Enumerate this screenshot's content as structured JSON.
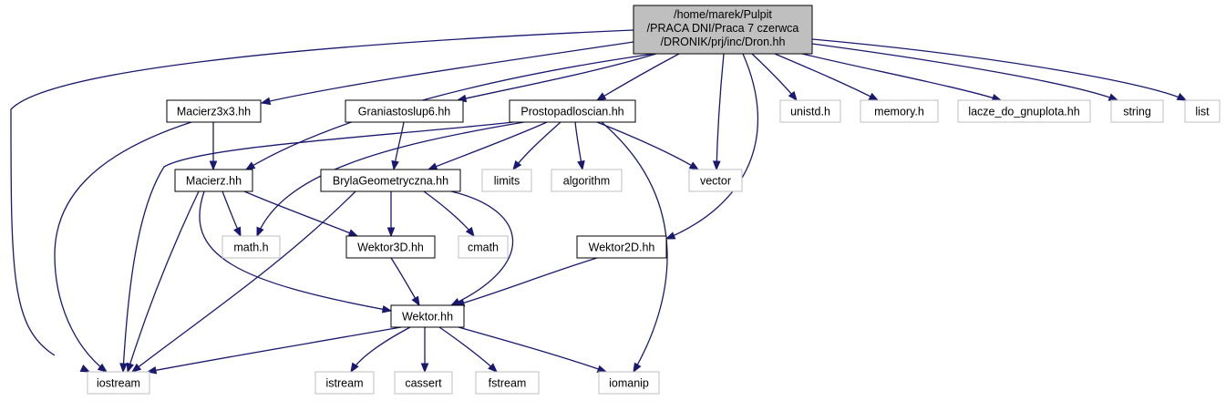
{
  "graph": {
    "root": {
      "id": "dron",
      "lines": [
        "/home/marek/Pulpit",
        "/PRACA DNI/Praca 7 czerwca",
        "/DRONIK/prj/inc/Dron.hh"
      ]
    },
    "nodes": [
      {
        "id": "macierz3x3",
        "label": "Macierz3x3.hh",
        "kind": "project"
      },
      {
        "id": "graniastoslup6",
        "label": "Graniastoslup6.hh",
        "kind": "project"
      },
      {
        "id": "prostopadloscian",
        "label": "Prostopadloscian.hh",
        "kind": "project"
      },
      {
        "id": "unistd",
        "label": "unistd.h",
        "kind": "system"
      },
      {
        "id": "memory",
        "label": "memory.h",
        "kind": "system"
      },
      {
        "id": "lacze",
        "label": "lacze_do_gnuplota.hh",
        "kind": "system"
      },
      {
        "id": "string",
        "label": "string",
        "kind": "system"
      },
      {
        "id": "list",
        "label": "list",
        "kind": "system"
      },
      {
        "id": "macierz",
        "label": "Macierz.hh",
        "kind": "project"
      },
      {
        "id": "bryla",
        "label": "BrylaGeometryczna.hh",
        "kind": "project"
      },
      {
        "id": "limits",
        "label": "limits",
        "kind": "system"
      },
      {
        "id": "algorithm",
        "label": "algorithm",
        "kind": "system"
      },
      {
        "id": "vector",
        "label": "vector",
        "kind": "system"
      },
      {
        "id": "math",
        "label": "math.h",
        "kind": "system"
      },
      {
        "id": "wektor3d",
        "label": "Wektor3D.hh",
        "kind": "project"
      },
      {
        "id": "cmath",
        "label": "cmath",
        "kind": "system"
      },
      {
        "id": "wektor2d",
        "label": "Wektor2D.hh",
        "kind": "project"
      },
      {
        "id": "wektor",
        "label": "Wektor.hh",
        "kind": "project"
      },
      {
        "id": "iostream",
        "label": "iostream",
        "kind": "system"
      },
      {
        "id": "istream",
        "label": "istream",
        "kind": "system"
      },
      {
        "id": "cassert",
        "label": "cassert",
        "kind": "system"
      },
      {
        "id": "fstream",
        "label": "fstream",
        "kind": "system"
      },
      {
        "id": "iomanip",
        "label": "iomanip",
        "kind": "system"
      }
    ],
    "edges": [
      {
        "from": "dron",
        "to": "iostream"
      },
      {
        "from": "dron",
        "to": "macierz3x3"
      },
      {
        "from": "dron",
        "to": "macierz"
      },
      {
        "from": "dron",
        "to": "graniastoslup6"
      },
      {
        "from": "dron",
        "to": "prostopadloscian"
      },
      {
        "from": "dron",
        "to": "vector"
      },
      {
        "from": "dron",
        "to": "wektor2d"
      },
      {
        "from": "dron",
        "to": "unistd"
      },
      {
        "from": "dron",
        "to": "memory"
      },
      {
        "from": "dron",
        "to": "lacze"
      },
      {
        "from": "dron",
        "to": "string"
      },
      {
        "from": "dron",
        "to": "list"
      },
      {
        "from": "macierz3x3",
        "to": "macierz"
      },
      {
        "from": "macierz3x3",
        "to": "iostream"
      },
      {
        "from": "graniastoslup6",
        "to": "bryla"
      },
      {
        "from": "prostopadloscian",
        "to": "bryla"
      },
      {
        "from": "prostopadloscian",
        "to": "limits"
      },
      {
        "from": "prostopadloscian",
        "to": "algorithm"
      },
      {
        "from": "prostopadloscian",
        "to": "vector"
      },
      {
        "from": "prostopadloscian",
        "to": "math"
      },
      {
        "from": "prostopadloscian",
        "to": "iostream"
      },
      {
        "from": "prostopadloscian",
        "to": "iomanip"
      },
      {
        "from": "macierz",
        "to": "math"
      },
      {
        "from": "macierz",
        "to": "wektor3d"
      },
      {
        "from": "macierz",
        "to": "wektor"
      },
      {
        "from": "macierz",
        "to": "iostream"
      },
      {
        "from": "bryla",
        "to": "wektor3d"
      },
      {
        "from": "bryla",
        "to": "cmath"
      },
      {
        "from": "bryla",
        "to": "wektor"
      },
      {
        "from": "bryla",
        "to": "iostream"
      },
      {
        "from": "wektor3d",
        "to": "wektor"
      },
      {
        "from": "wektor2d",
        "to": "wektor"
      },
      {
        "from": "wektor",
        "to": "iostream"
      },
      {
        "from": "wektor",
        "to": "istream"
      },
      {
        "from": "wektor",
        "to": "cassert"
      },
      {
        "from": "wektor",
        "to": "fstream"
      },
      {
        "from": "wektor",
        "to": "iomanip"
      }
    ],
    "colors": {
      "edge": "#191970",
      "root_fill": "#bfbfbf",
      "project_border": "#000000",
      "system_border": "#bfbfbf",
      "background": "#ffffff"
    }
  }
}
